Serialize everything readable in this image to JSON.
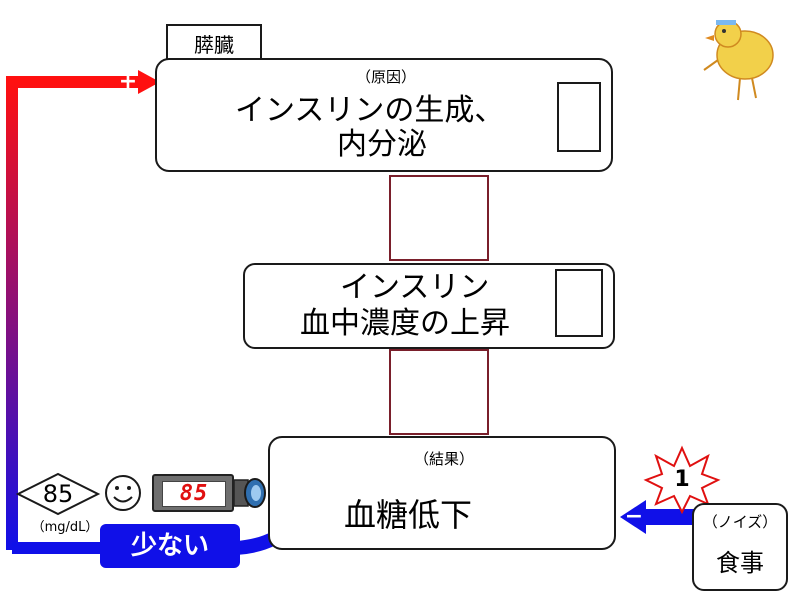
{
  "pancreas_tag": "膵臓",
  "production_box": {
    "role": "（原因）",
    "line1": "インスリンの生成、",
    "line2": "内分泌"
  },
  "concentration_box": {
    "line1": "インスリン",
    "line2": "血中濃度の上昇"
  },
  "result_box": {
    "role": "（結果）",
    "text": "血糖低下"
  },
  "noise_box": {
    "role": "（ノイズ）",
    "text": "食事"
  },
  "burst_label": "1",
  "sensor": {
    "value": "85",
    "unit": "（mg/dL）",
    "display": "85",
    "judgement": "少ない"
  },
  "signs": {
    "plus": "+",
    "minus": "−"
  },
  "colors": {
    "loop_top": "#ff1010",
    "loop_bottom": "#1010e8",
    "noise_arrow": "#1010e8",
    "display_digits": "#e01010",
    "burst": "#e01010"
  }
}
